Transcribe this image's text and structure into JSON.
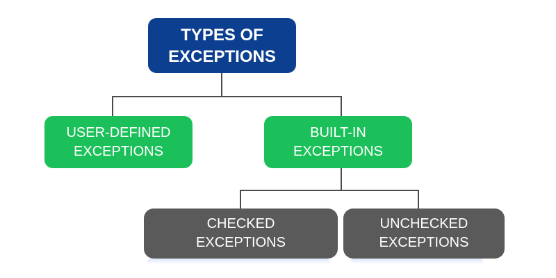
{
  "diagram": {
    "root": {
      "lines": [
        "TYPES OF",
        "EXCEPTIONS"
      ],
      "color": "#0c3f8f"
    },
    "level2": [
      {
        "lines": [
          "USER-DEFINED",
          "EXCEPTIONS"
        ],
        "color": "#1cc05a"
      },
      {
        "lines": [
          "BUILT-IN",
          "EXCEPTIONS"
        ],
        "color": "#1cc05a"
      }
    ],
    "level3": [
      {
        "lines": [
          "CHECKED",
          "EXCEPTIONS"
        ],
        "color": "#5a5a5a"
      },
      {
        "lines": [
          "UNCHECKED",
          "EXCEPTIONS"
        ],
        "color": "#5a5a5a"
      }
    ],
    "connector_color": "#4a4a4a"
  }
}
